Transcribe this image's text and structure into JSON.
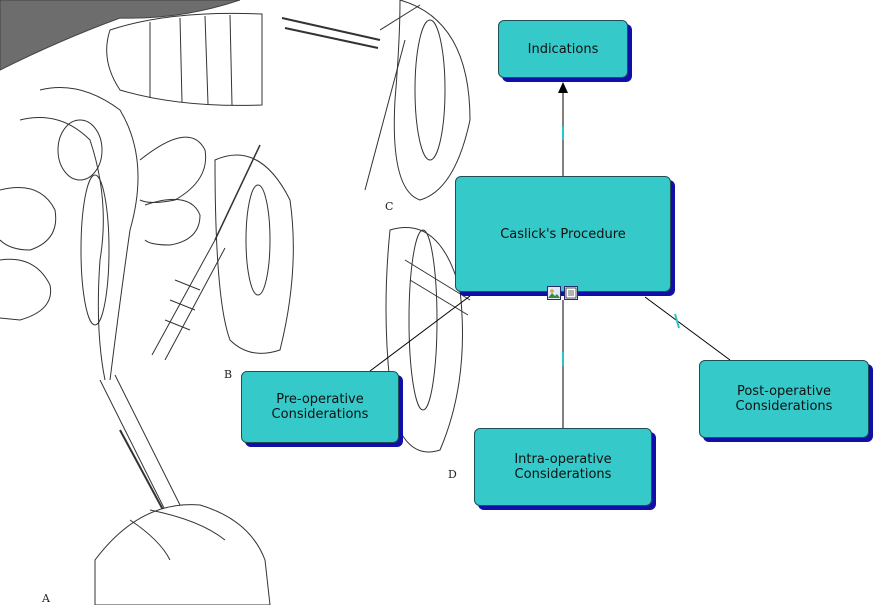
{
  "diagram": {
    "root": {
      "label": "Caslick's Procedure"
    },
    "children": [
      {
        "id": "indications",
        "label": "Indications"
      },
      {
        "id": "pre-operative",
        "label": "Pre-operative\nConsiderations"
      },
      {
        "id": "intra-operative",
        "label": "Intra-operative\nConsiderations"
      },
      {
        "id": "post-operative",
        "label": "Post-operative\nConsiderations"
      }
    ],
    "root_icons": [
      "image-icon",
      "notes-icon"
    ]
  },
  "figure": {
    "panel_labels": [
      "A",
      "B",
      "C",
      "D"
    ]
  },
  "colors": {
    "node_fill": "#35c9c9",
    "node_shadow": "#1010a8",
    "connector": "#000000",
    "connector_tick": "#2cc4c4"
  }
}
